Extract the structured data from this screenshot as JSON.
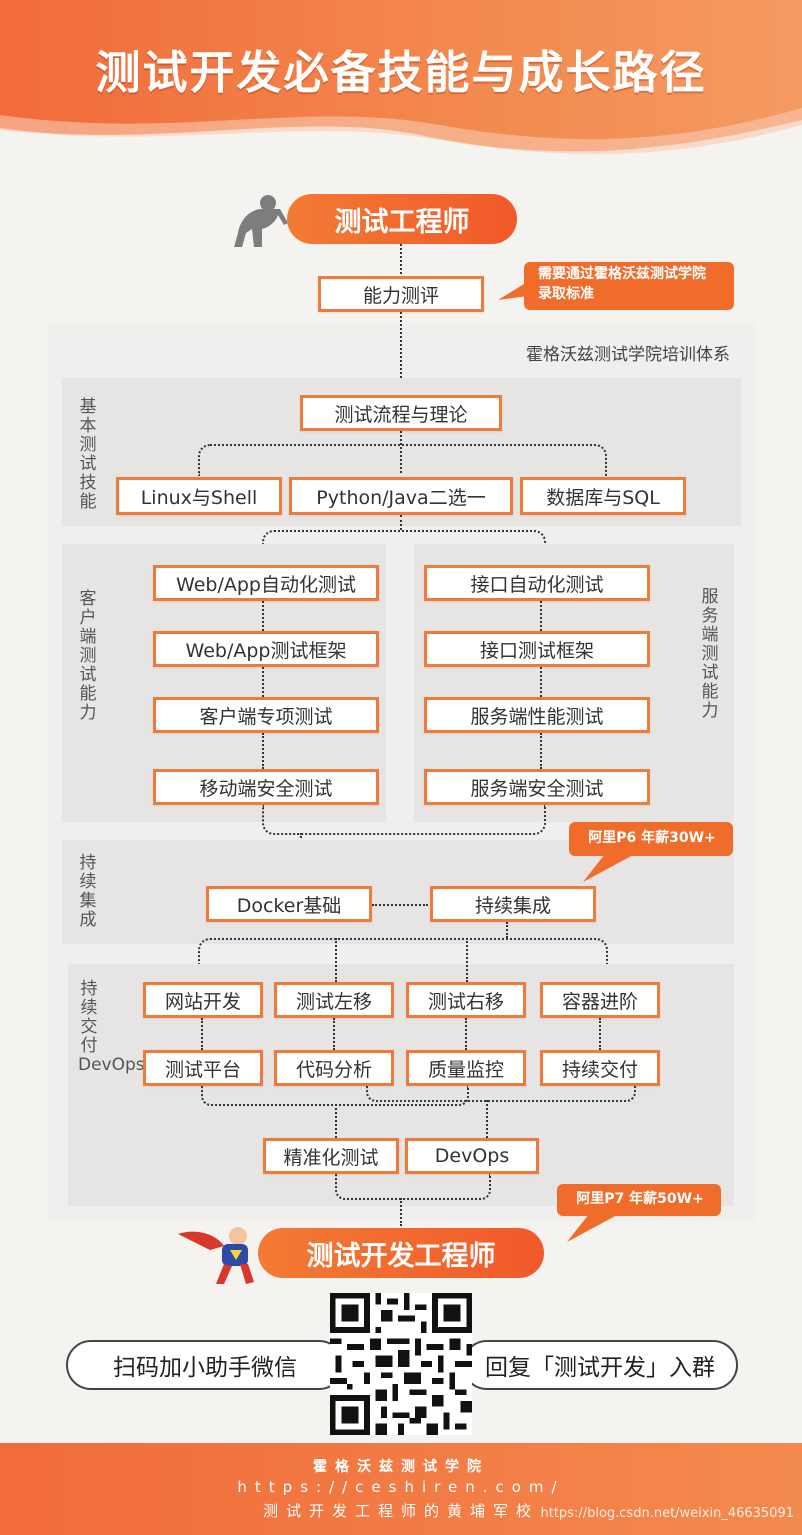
{
  "title": "测试开发必备技能与成长路径",
  "start_role": "测试工程师",
  "assessment": "能力测评",
  "assessment_note": "需要通过霍格沃兹测试学院录取标准",
  "system_label": "霍格沃兹测试学院培训体系",
  "sections": {
    "basic": "基本测试技能",
    "client": "客户端测试能力",
    "server": "服务端测试能力",
    "ci": "持续集成",
    "devops": "持续交付DevOps"
  },
  "basic": {
    "theory": "测试流程与理论",
    "linux": "Linux与Shell",
    "python": "Python/Java二选一",
    "db": "数据库与SQL"
  },
  "client": [
    "Web/App自动化测试",
    "Web/App测试框架",
    "客户端专项测试",
    "移动端安全测试"
  ],
  "server": [
    "接口自动化测试",
    "接口测试框架",
    "服务端性能测试",
    "服务端安全测试"
  ],
  "ci": {
    "docker": "Docker基础",
    "ci": "持续集成",
    "note": "阿里P6  年薪30W+"
  },
  "devops": {
    "row1": [
      "网站开发",
      "测试左移",
      "测试右移",
      "容器进阶"
    ],
    "row2": [
      "测试平台",
      "代码分析",
      "质量监控",
      "持续交付"
    ],
    "precise": "精准化测试",
    "devops": "DevOps",
    "note": "阿里P7  年薪50W+"
  },
  "end_role": "测试开发工程师",
  "qr": {
    "left": "扫码加小助手微信",
    "right": "回复「测试开发」入群"
  },
  "footer": {
    "org": "霍格沃兹测试学院",
    "url": "https://ceshiren.com/",
    "slogan": "测试开发工程师的黄埔军校",
    "watermark": "https://blog.csdn.net/weixin_46635091"
  },
  "colors": {
    "accent": "#f07a3a",
    "banner": "#f26b3a"
  }
}
